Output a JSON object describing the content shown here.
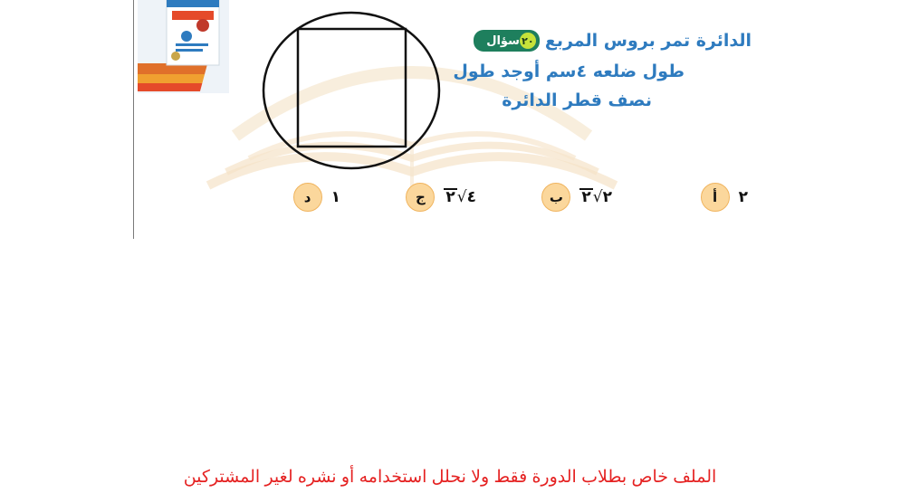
{
  "question": {
    "label": "سؤال",
    "number": "٢٠",
    "line1": "الدائرة تمر بروس المربع",
    "line2": "طول ضلعه ٤سم أوجد طول",
    "line3": "نصف قطر الدائرة"
  },
  "choices": [
    {
      "letter": "أ",
      "value": "٢"
    },
    {
      "letter": "ب",
      "coef": "٢",
      "radicand": "٢"
    },
    {
      "letter": "ج",
      "coef": "٤",
      "radicand": "٢"
    },
    {
      "letter": "د",
      "value": "١"
    }
  ],
  "footer": "الملف خاص بطلاب الدورة فقط ولا نحلل استخدامه أو نشره لغير المشتركين",
  "colors": {
    "question_text": "#2e7bbf",
    "badge": "#1e7f5d",
    "badge_number": "#c6e23a",
    "choice_circle": "#fbd79c",
    "footer_text": "#e52222",
    "watermark": "#f3dcb4"
  }
}
